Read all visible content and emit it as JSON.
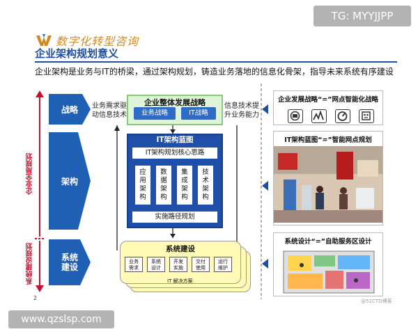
{
  "watermark_top": "TG: MYYJJPP",
  "logo_text": "数字化转型咨询",
  "title": "企业架构规划意义",
  "subtitle": "企业架构是业务与IT的桥梁，通过架构规划，铸造业务落地的信息化骨架，指导未来系统有序建设",
  "left_labels": {
    "global": "企业全局规划",
    "system": "系统建设规划"
  },
  "chevrons": {
    "strategy": "战略",
    "architecture": "架构",
    "system_build": "系统\n建设"
  },
  "side_notes": {
    "left": "业务需求驱\n动信息技术",
    "right": "信息技术提\n升业务能力"
  },
  "strategy_box": {
    "title": "企业整体发展战略",
    "business": "业务战略",
    "it": "IT战略"
  },
  "blueprint": {
    "title": "IT架构蓝图",
    "core": "IT架构规划核心思路",
    "columns": [
      "应\n用\n架\n构",
      "数\n据\n架\n构",
      "集\n成\n架\n构",
      "技\n术\n架\n构"
    ],
    "impl": "实施路径规划"
  },
  "system_build": {
    "title": "系统建设",
    "subs": [
      "业务\n需求",
      "系统\n设计",
      "开发\n实施",
      "交付\n使用",
      "运行\n维护"
    ],
    "solution": "IT 解决方案"
  },
  "right_panels": [
    {
      "title": "企业发展战略“=”网点智能化战略",
      "icons": [
        "circle-mark-icon",
        "chart-spike-icon",
        "gauge-icon",
        "robot-icon"
      ]
    },
    {
      "title": "IT架构蓝图“=”智能网点规划"
    },
    {
      "title": "系统设计“=”自助服务区设计"
    }
  ],
  "page_number": "2",
  "wm_small": "@51CTO博客",
  "footer_site": "www.qzslsp.com",
  "colors": {
    "blue_dark": "#1f4e9d",
    "blue": "#1f5fb4",
    "green_bg": "#dff3d8",
    "yellow_bg": "#fff9b6",
    "red": "#c8102e",
    "logo_orange": "#d08a1e"
  }
}
